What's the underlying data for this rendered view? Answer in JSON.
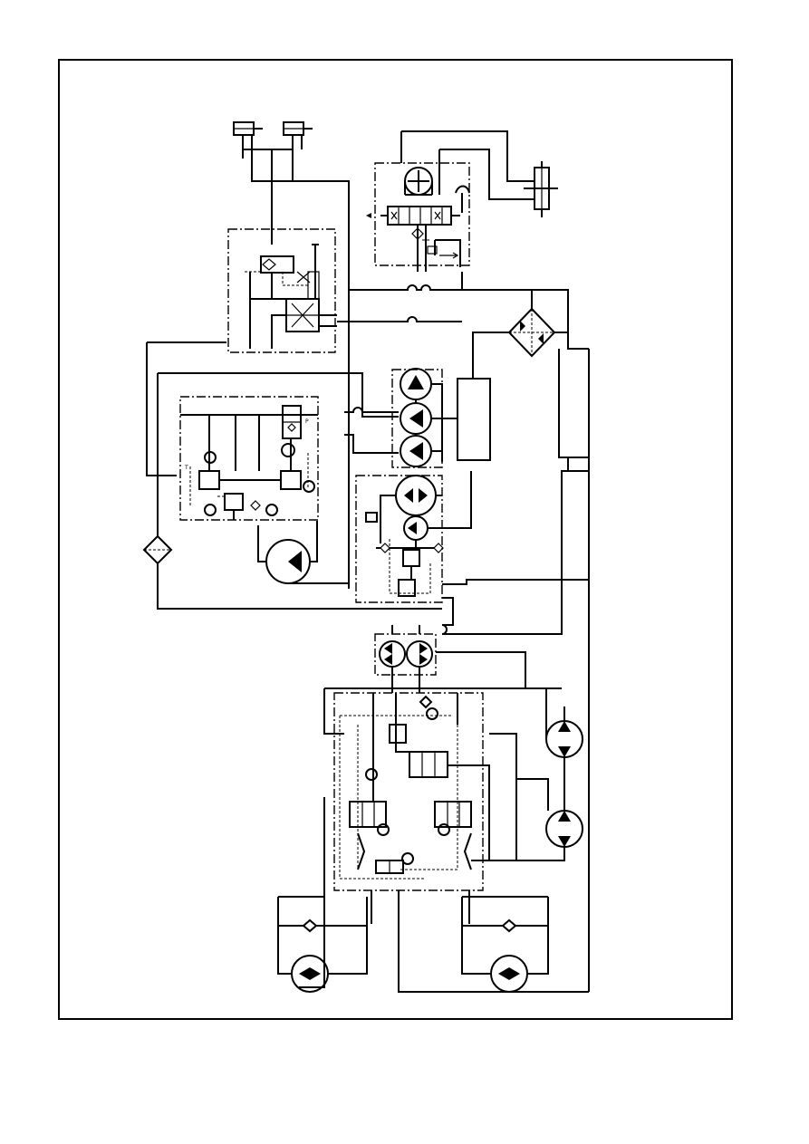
{
  "diagram": {
    "kind": "hydraulic-schematic",
    "orientation": "rotated-90",
    "line_color": "#000000",
    "background": "#ffffff",
    "components": [
      "tilt-cylinder-left",
      "tilt-cylinder-right",
      "lift-cylinder",
      "tilt-control-valve",
      "lift-control-valve",
      "oil-cooler",
      "triple-pump",
      "double-pump",
      "flow-divider",
      "fan-motor-valve-block",
      "fan-motor",
      "filter",
      "drive-motor-1",
      "drive-motor-2",
      "drive-motor-3",
      "drive-motor-4",
      "main-valve-block",
      "return-filter"
    ]
  }
}
